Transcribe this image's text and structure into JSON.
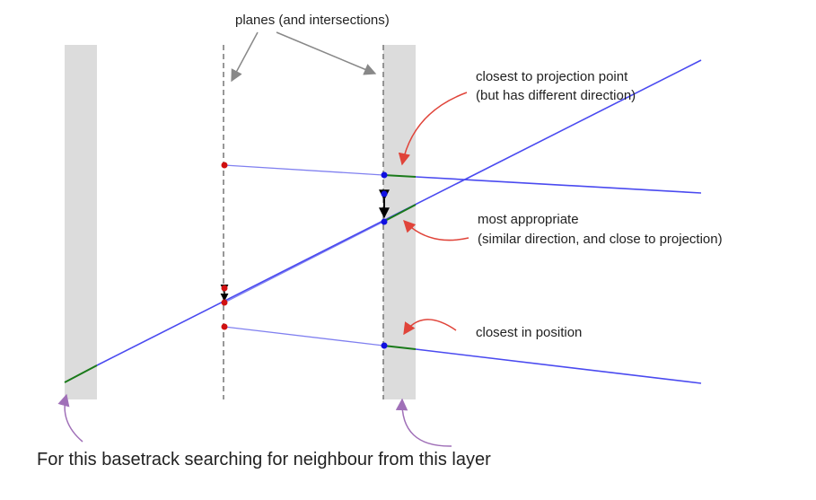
{
  "labels": {
    "planes": "planes (and intersections)",
    "closest_projection_line1": "closest to projection point",
    "closest_projection_line2": "(but has different direction)",
    "most_appropriate_line1": "most appropriate",
    "most_appropriate_line2": "(similar direction, and close to projection)",
    "closest_position": "closest in position",
    "caption": "For this basetrack searching for neighbour from this layer"
  },
  "colors": {
    "background": "#ffffff",
    "layer_band": "#dcdcdc",
    "plane_line": "#777777",
    "track": "#4a4af0",
    "projection": "#8080f0",
    "basetrack_segment": "#1a7a1a",
    "point_on_first_plane": "#d01010",
    "point_on_second_plane": "#1010e0",
    "annotation_arrow_red": "#e0443a",
    "annotation_arrow_gray": "#888888",
    "annotation_arrow_purple": "#a070b8",
    "difference_arrow": "#000000"
  }
}
